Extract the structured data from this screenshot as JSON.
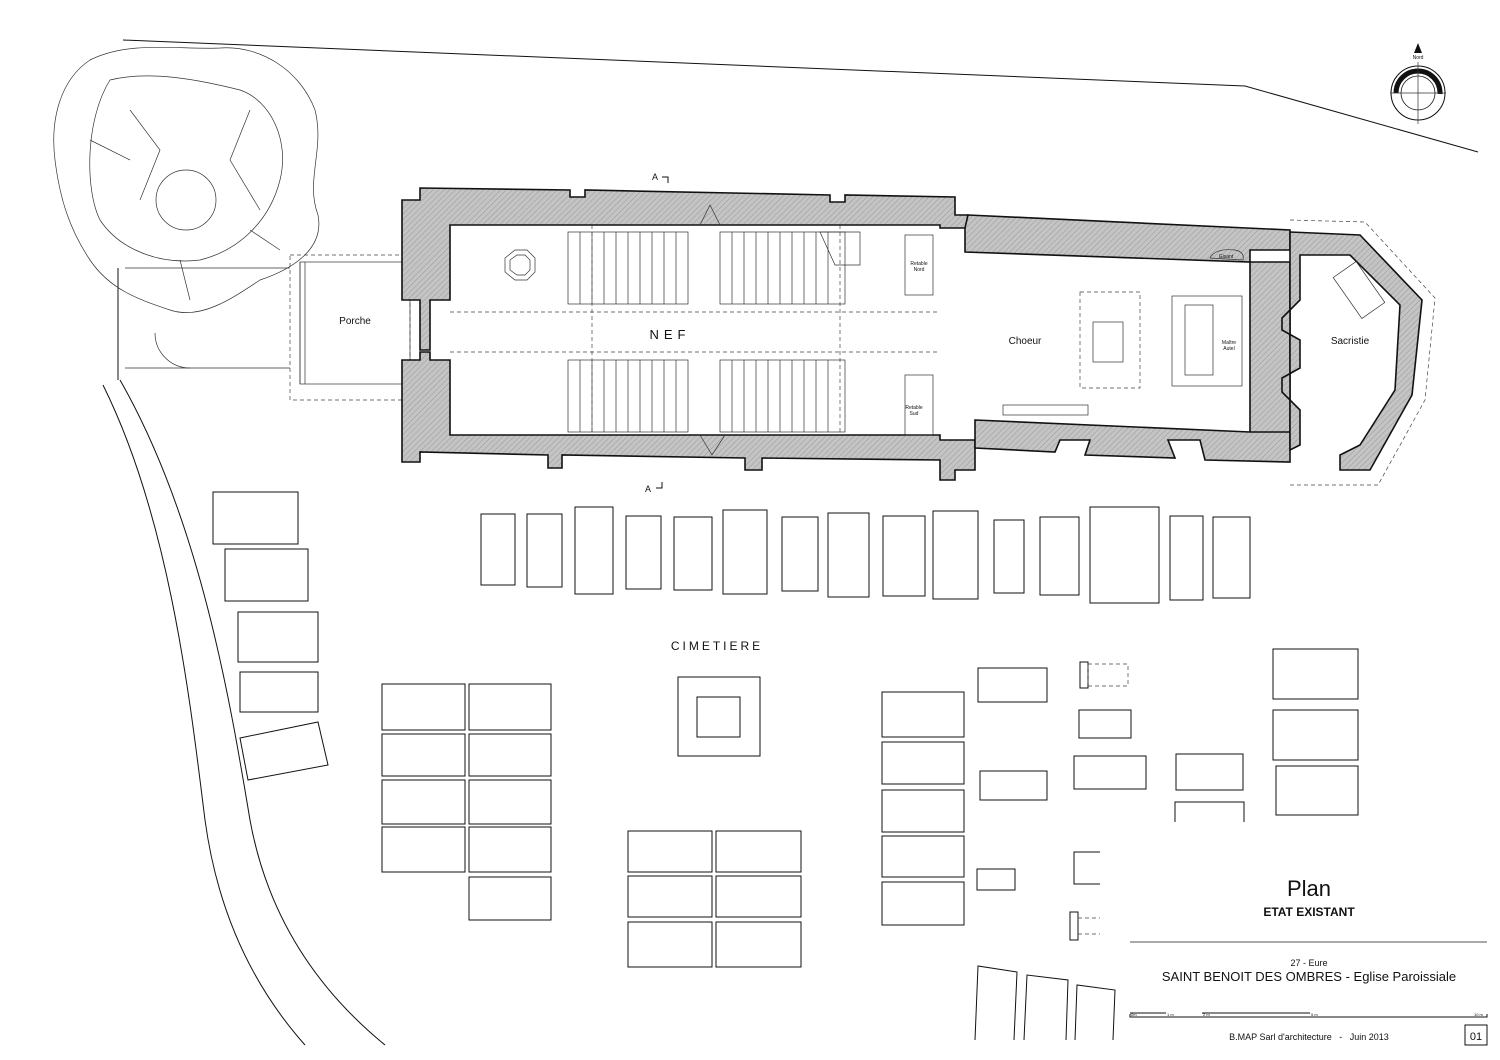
{
  "plan": {
    "rooms": {
      "porch": "Porche",
      "nave": "NEF",
      "choir": "Choeur",
      "sacristy": "Sacristie",
      "cemetery": "CIMETIERE"
    },
    "furniture": {
      "retable_north": [
        "Retable",
        "Nord"
      ],
      "retable_south": [
        "Retable",
        "Sud"
      ],
      "gisant": "Gisant",
      "high_altar": [
        "Maître",
        "Autel"
      ]
    },
    "section_marker": "A",
    "north_label": "Nord"
  },
  "title_block": {
    "title": "Plan",
    "subtitle": "ETAT  EXISTANT",
    "department": "27 - Eure",
    "project": "SAINT BENOIT DES OMBRES - Eglise Paroissiale",
    "scale_labels": [
      "0m",
      "1 m",
      "2 m",
      "5 m",
      "10 m"
    ],
    "author_date": "B.MAP Sarl d'architecture   -   Juin 2013",
    "sheet_number": "01"
  },
  "colors": {
    "wall_fill": "#bdbdbd",
    "line": "#111111"
  }
}
